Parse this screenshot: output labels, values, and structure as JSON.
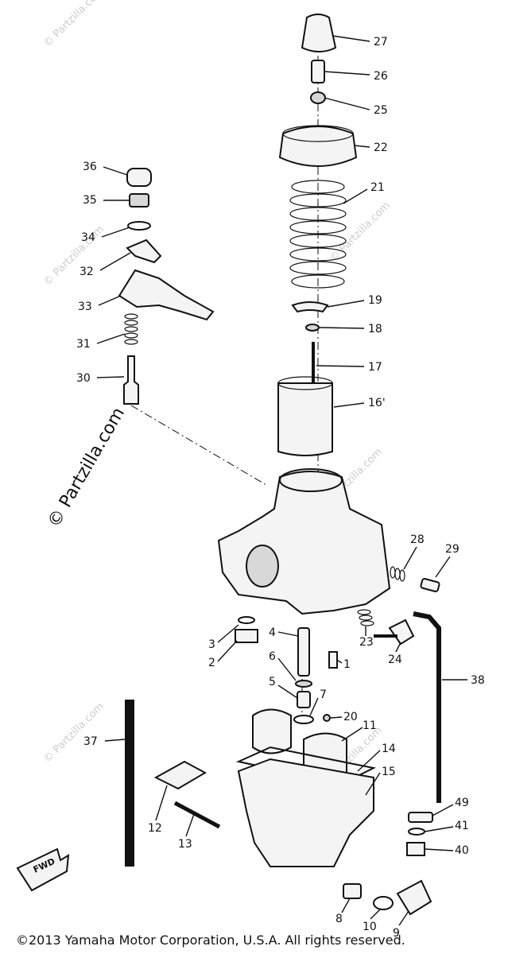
{
  "watermark": {
    "main": "© Partzilla.com",
    "faint": "© Partzilla.com"
  },
  "fwd_label": "FWD",
  "copyright": "©2013  Yamaha Motor Corporation, U.S.A. All rights reserved.",
  "callouts": {
    "c27": "27",
    "c26": "26",
    "c25": "25",
    "c22": "22",
    "c21": "21",
    "c19": "19",
    "c18": "18",
    "c17": "17",
    "c16": "16'",
    "c36": "36",
    "c35": "35",
    "c34": "34",
    "c32": "32",
    "c33": "33",
    "c31": "31",
    "c30": "30",
    "c28": "28",
    "c29": "29",
    "c23": "23",
    "c24": "24",
    "c38": "38",
    "c3": "3",
    "c2": "2",
    "c4": "4",
    "c1": "1",
    "c6": "6",
    "c5": "5",
    "c7": "7",
    "c20": "20",
    "c11": "11",
    "c14": "14",
    "c15": "15",
    "c37": "37",
    "c12": "12",
    "c13": "13",
    "c49": "49",
    "c41": "41",
    "c40": "40",
    "c8": "8",
    "c10": "10",
    "c9": "9"
  }
}
